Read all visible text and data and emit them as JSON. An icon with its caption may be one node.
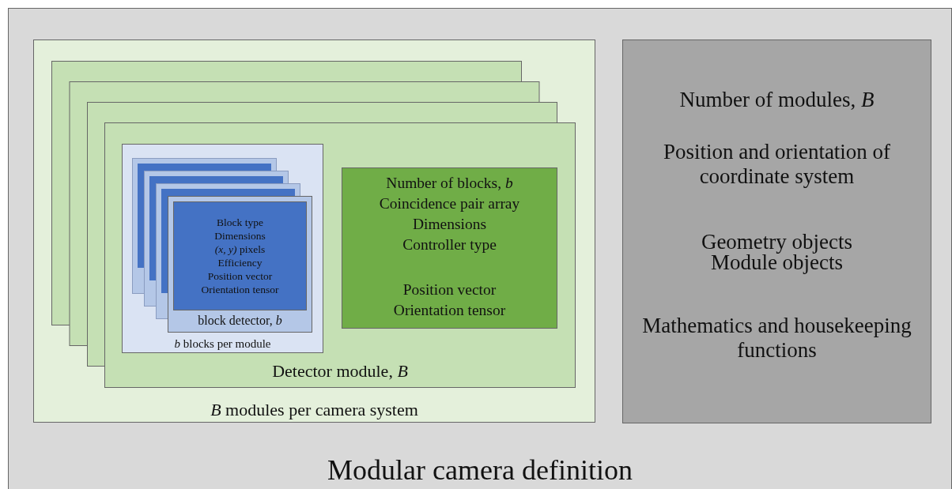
{
  "diagram": {
    "nodes": [
      {
        "text": [
          "Modular camera definition"
        ]
      },
      {
        "text": [
          "*B* modules per camera system"
        ],
        "in": 0
      },
      {
        "text": [
          "Detector module, *B*"
        ],
        "in": 1
      },
      {
        "text": [
          "*b* blocks per module"
        ],
        "in": 2
      },
      {
        "text": [
          "block detector, *b*"
        ],
        "in": 3
      },
      {
        "text": [
          "Block type",
          "Dimensions",
          "*(x, y)* pixels",
          "Efficiency",
          "Position vector",
          "Orientation tensor"
        ],
        "in": 4
      },
      {
        "text": [
          "Number of blocks, *b*",
          "Coincidence pair array",
          "Dimensions",
          "Controller type",
          "Position vector",
          "Orientation tensor"
        ],
        "in": 2
      },
      {
        "text": [
          "Number of modules, *B*",
          "Position and orientation of coordinate system",
          "Geometry objects",
          "Module objects",
          "Mathematics and housekeeping functions"
        ],
        "in": 0
      }
    ]
  }
}
